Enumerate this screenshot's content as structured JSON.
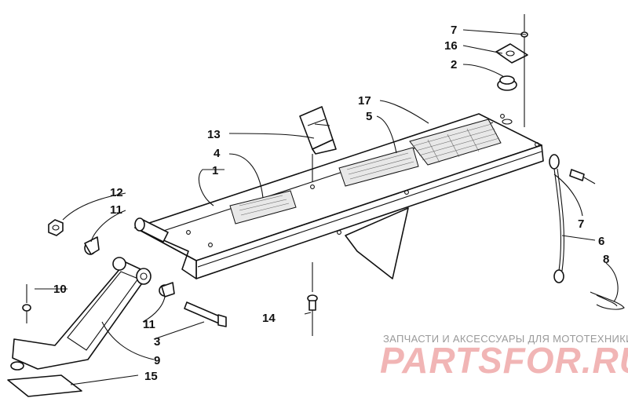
{
  "callouts": {
    "c1": "1",
    "c2": "2",
    "c3": "3",
    "c4": "4",
    "c5": "5",
    "c6": "6",
    "c7a": "7",
    "c7b": "7",
    "c8": "8",
    "c9": "9",
    "c10": "10",
    "c11a": "11",
    "c11b": "11",
    "c12": "12",
    "c13": "13",
    "c14": "14",
    "c15": "15",
    "c16": "16",
    "c17": "17"
  },
  "watermark": {
    "caption": "ЗАПЧАСТИ И АКСЕССУАРЫ ДЛЯ МОТОТЕХНИКИ",
    "logo": "PARTSFOR.RU"
  },
  "colors": {
    "ink": "#111111",
    "watermark_text": "#9a9a9a",
    "watermark_logo": "#e67878"
  }
}
